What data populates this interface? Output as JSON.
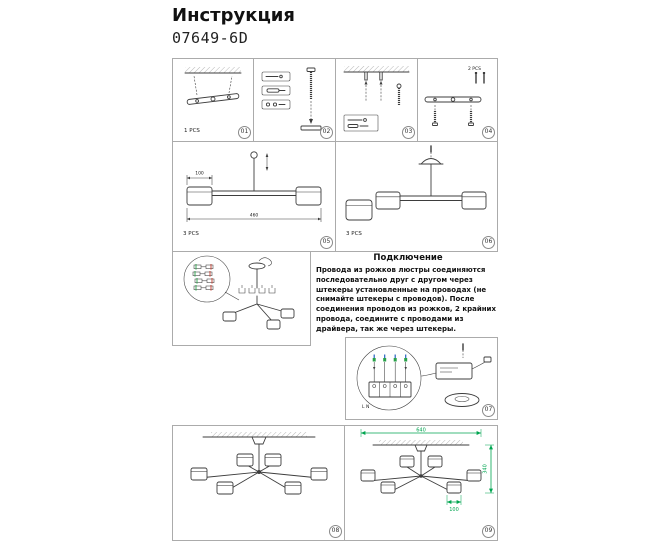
{
  "header": {
    "title": "Инструкция",
    "model": "07649-6D"
  },
  "connection": {
    "heading": "Подключение",
    "body": "Провода из рожков люстры соединяются последовательно друг с другом через штекеры установленные на проводах (не снимайте штекеры с проводов). После соединения проводов из рожков, 2 крайних провода, соедините с проводами из драйвера, так же через штекеры."
  },
  "steps": {
    "s01": {
      "num": "01",
      "qty": "1 PCS"
    },
    "s02": {
      "num": "02"
    },
    "s03": {
      "num": "03"
    },
    "s04": {
      "num": "04",
      "qty": "2 PCS"
    },
    "s05": {
      "num": "05",
      "qty": "3 PCS",
      "dim_width": "460",
      "dim_shade": "100"
    },
    "s06": {
      "num": "06",
      "qty": "3 PCS"
    },
    "s07": {
      "num": "07",
      "terminals": "L N"
    },
    "s08": {
      "num": "08"
    },
    "s09": {
      "num": "09",
      "dim_width": "640",
      "dim_height": "340",
      "dim_shade": "100"
    }
  }
}
